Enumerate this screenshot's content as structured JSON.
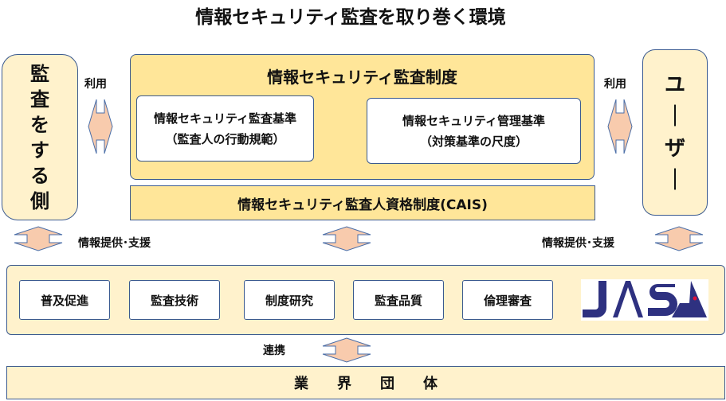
{
  "title": "情報セキュリティ監査を取り巻く環境",
  "auditor_side": [
    "監",
    "査",
    "を",
    "す",
    "る",
    "側"
  ],
  "user_side": [
    "ユ",
    "｜",
    "ザ",
    "｜"
  ],
  "use_label": "利用",
  "system": {
    "title": "情報セキュリティ監査制度",
    "standard1": [
      "情報セキュリティ監査基準",
      "（監査人の行動規範）"
    ],
    "standard2": [
      "情報セキュリティ管理基準",
      "（対策基準の尺度）"
    ],
    "cais": "情報セキュリティ監査人資格制度(CAIS)"
  },
  "support_label": "情報提供･支援",
  "activities": [
    "普及促進",
    "監査技術",
    "制度研究",
    "監査品質",
    "倫理審査"
  ],
  "logo": "JASA",
  "cooperation_label": "連携",
  "industry": "業　　界　　団　　体",
  "colors": {
    "light": "#FFF2CC",
    "gold": "#FFE699",
    "arrow": "#F8CBAD",
    "border": "#3b5a8f",
    "logo": "#2e3180",
    "logo_dot": "#e0103a"
  }
}
